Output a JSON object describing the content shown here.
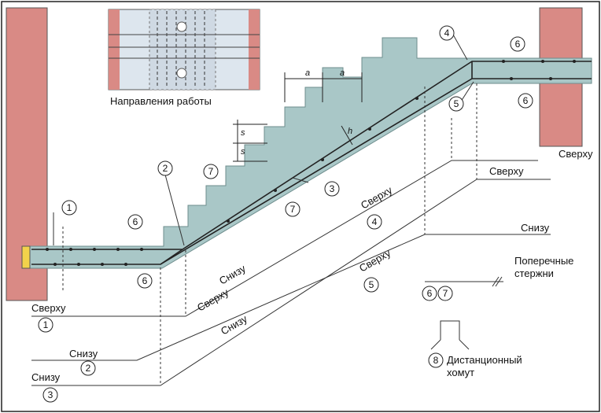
{
  "inset": {
    "caption": "Направления работы"
  },
  "dimensions": {
    "a1": "a",
    "a2": "a",
    "s1": "s",
    "s2": "s",
    "h": "h"
  },
  "callouts": [
    "1",
    "2",
    "3",
    "4",
    "5",
    "6",
    "7",
    "8"
  ],
  "legend": {
    "top_label_1": "Сверху",
    "bottom_label_2": "Снизу",
    "bottom_label_3": "Снизу",
    "diag_top_1": "Сверху",
    "diag_bottom_2": "Снизу",
    "diag_bottom_3": "Снизу",
    "diag_top_4": "Сверху",
    "diag_top_5": "Сверху",
    "upper_top": "Сверху",
    "upper_bottom": "Снизу",
    "right_top": "Сверху",
    "cross_bars_line1": "Поперечные",
    "cross_bars_line2": "стержни",
    "cross_nums_6": "6",
    "cross_nums_7": "7",
    "spacer_num": "8",
    "spacer_line1": "Дистанционный",
    "spacer_line2": "хомут"
  },
  "colors": {
    "wall": "#d98a85",
    "concrete": "#a9c7c7",
    "concrete_edge": "#6e8e8e",
    "bar": "#333333",
    "inset_bg": "#dde6ee"
  }
}
